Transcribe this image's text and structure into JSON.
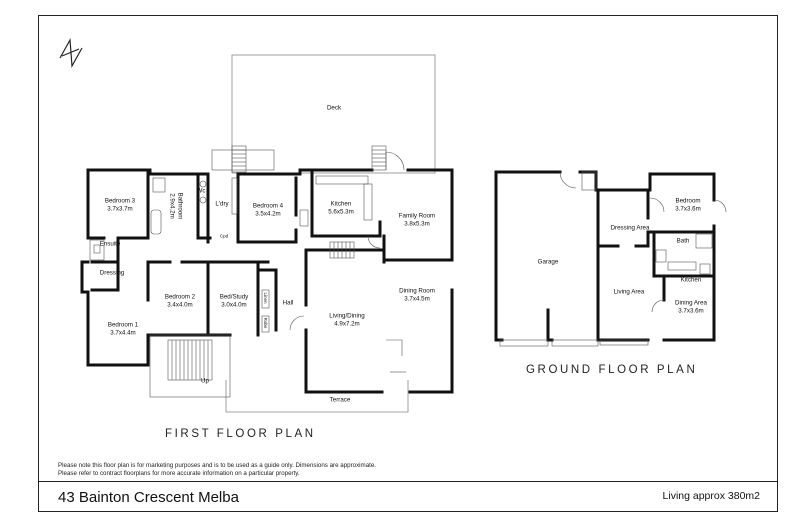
{
  "property": {
    "address": "43 Bainton Crescent Melba",
    "living_area": "Living approx 380m2"
  },
  "disclaimer": {
    "line1": "Please note this floor plan is for marketing purposes and is to be used as a guide only. Dimensions are approximate.",
    "line2": "Please refer to contract floorplans for more accurate information on a particular property."
  },
  "first_floor": {
    "title": "FIRST FLOOR PLAN",
    "rooms": [
      {
        "name": "Deck",
        "dim": ""
      },
      {
        "name": "Bedroom 3",
        "dim": "3.7x3.7m"
      },
      {
        "name": "Bathroom",
        "dim": "2.9x4.2m"
      },
      {
        "name": "Wc",
        "dim": ""
      },
      {
        "name": "L'dry",
        "dim": ""
      },
      {
        "name": "Bedroom 4",
        "dim": "3.5x4.2m"
      },
      {
        "name": "Kitchen",
        "dim": "5.6x5.3m"
      },
      {
        "name": "Family Room",
        "dim": "3.8x5.3m"
      },
      {
        "name": "Ensuite",
        "dim": ""
      },
      {
        "name": "Dressing",
        "dim": ""
      },
      {
        "name": "Bedroom 2",
        "dim": "3.4x4.0m"
      },
      {
        "name": "Bed/Study",
        "dim": "3.0x4.0m"
      },
      {
        "name": "Hall",
        "dim": ""
      },
      {
        "name": "Dining Room",
        "dim": "3.7x4.5m"
      },
      {
        "name": "Bedroom 1",
        "dim": "3.7x4.4m"
      },
      {
        "name": "Living/Dining",
        "dim": "4.9x7.2m"
      },
      {
        "name": "Up",
        "dim": ""
      },
      {
        "name": "Terrace",
        "dim": ""
      },
      {
        "name": "Cpd",
        "dim": ""
      },
      {
        "name": "Linen",
        "dim": ""
      },
      {
        "name": "Robe",
        "dim": ""
      }
    ]
  },
  "ground_floor": {
    "title": "GROUND FLOOR PLAN",
    "rooms": [
      {
        "name": "Garage",
        "dim": ""
      },
      {
        "name": "Dressing Area",
        "dim": ""
      },
      {
        "name": "Bedroom",
        "dim": "3.7x3.6m"
      },
      {
        "name": "Bath",
        "dim": ""
      },
      {
        "name": "Kitchen",
        "dim": ""
      },
      {
        "name": "Living Area",
        "dim": ""
      },
      {
        "name": "Dining Area",
        "dim": "3.7x3.6m"
      }
    ]
  },
  "north_symbol": "N"
}
